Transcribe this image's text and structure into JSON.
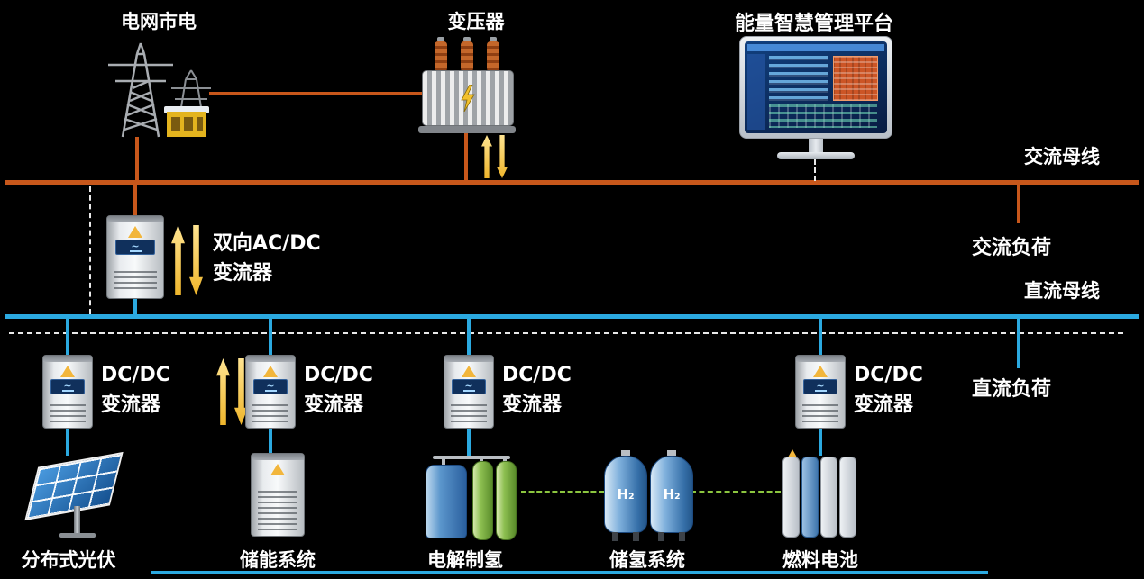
{
  "diagram": {
    "nodes": {
      "grid": "电网市电",
      "transformer": "变压器",
      "platform": "能量智慧管理平台"
    },
    "buses": {
      "ac_bus": "交流母线",
      "ac_load": "交流负荷",
      "dc_bus": "直流母线",
      "dc_load": "直流负荷"
    },
    "converters": {
      "bidirectional": {
        "line1": "双向AC/DC",
        "line2": "变流器"
      },
      "dcdc": {
        "line1": "DC/DC",
        "line2": "变流器"
      }
    },
    "devices": {
      "pv": "分布式光伏",
      "storage": "储能系统",
      "electrolyzer": "电解制氢",
      "h2_storage": "储氢系统",
      "fuel_cell": "燃料电池",
      "h2_tank": "H₂"
    },
    "colors": {
      "ac_line": "#C7571B",
      "dc_line": "#2BA9E0",
      "hydrogen_line": "#8CC63F",
      "arrow": "#F2B63C",
      "text": "#FFFFFF",
      "background": "#000000"
    }
  }
}
